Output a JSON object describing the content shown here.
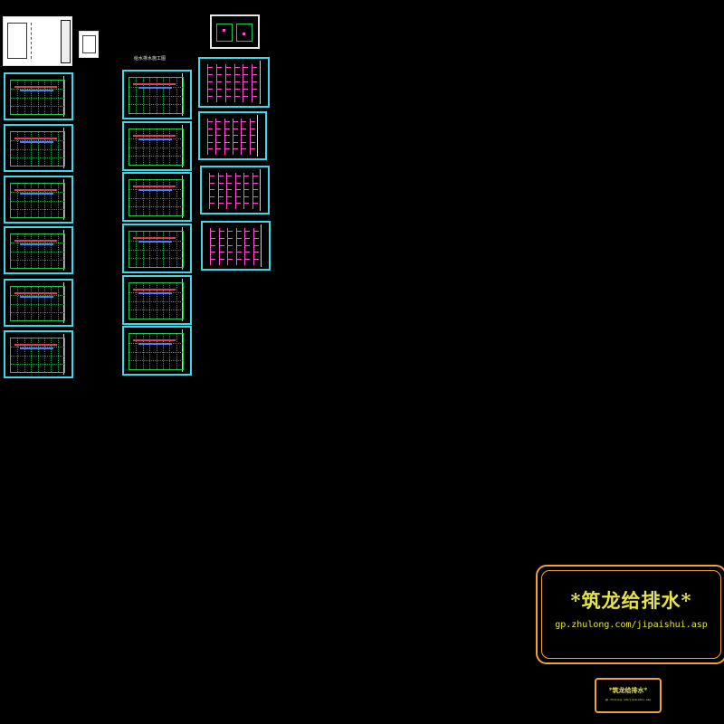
{
  "drawing_set_title": "给水排水施工图",
  "legend": {
    "title": "*筑龙给排水*",
    "url": "gp.zhulong.com/jipaishui.asp"
  },
  "mini_legend": {
    "title": "*筑龙给排水*",
    "url": "gp.zhulong.com/jipaishui.asp"
  },
  "colors": {
    "background": "#000000",
    "sheet_border": "#3fd6e6",
    "plan_lines": "#22c84a",
    "supply_pipe": "#4a7dff",
    "drain_pipe": "#e03a5a",
    "system_diagram": "#ff4fd0",
    "legend_border": "#f2a23a",
    "legend_text": "#e6e34a"
  }
}
